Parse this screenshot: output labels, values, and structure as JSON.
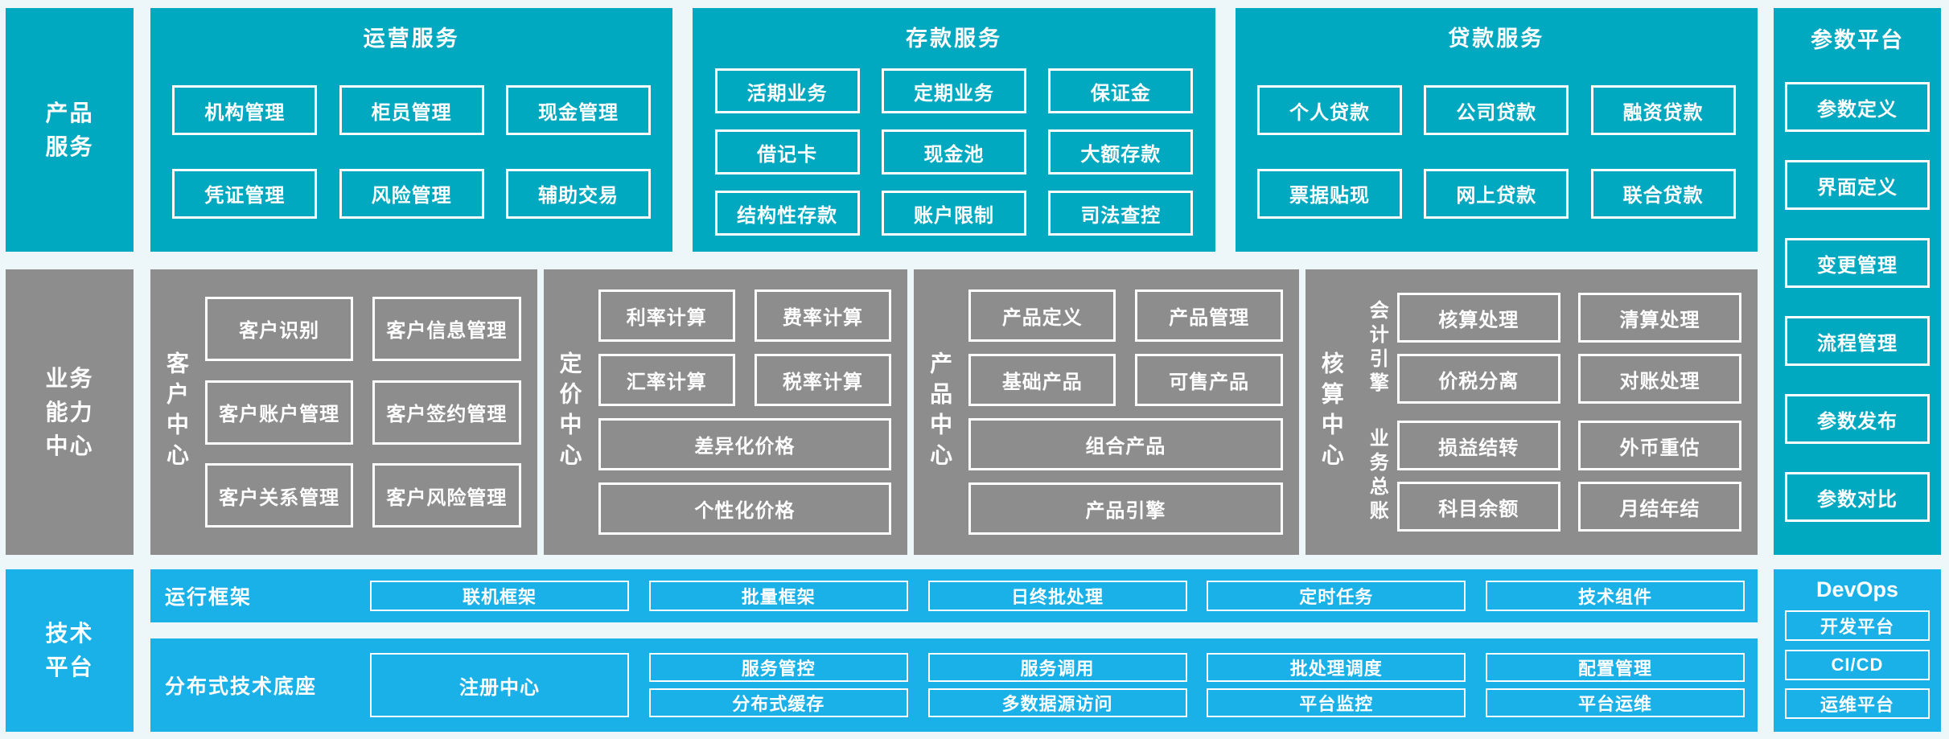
{
  "colors": {
    "teal": "#00a9bf",
    "gray": "#8d8d8d",
    "blue": "#19b1e8",
    "background": "#edf6f9",
    "box_border": "#ffffff",
    "text": "#ffffff"
  },
  "product_services": {
    "label": "产品\n服务",
    "operations": {
      "title": "运营服务",
      "row1": [
        "机构管理",
        "柜员管理",
        "现金管理"
      ],
      "row2": [
        "凭证管理",
        "风险管理",
        "辅助交易"
      ]
    },
    "deposit": {
      "title": "存款服务",
      "row1": [
        "活期业务",
        "定期业务",
        "保证金"
      ],
      "row2": [
        "借记卡",
        "现金池",
        "大额存款"
      ],
      "row3": [
        "结构性存款",
        "账户限制",
        "司法查控"
      ]
    },
    "loan": {
      "title": "贷款服务",
      "row1": [
        "个人贷款",
        "公司贷款",
        "融资贷款"
      ],
      "row2": [
        "票据贴现",
        "网上贷款",
        "联合贷款"
      ]
    }
  },
  "business_capability": {
    "label": "业务\n能力\n中心",
    "customer": {
      "label": "客户中心",
      "row1": [
        "客户识别",
        "客户信息管理"
      ],
      "row2": [
        "客户账户管理",
        "客户签约管理"
      ],
      "row3": [
        "客户关系管理",
        "客户风险管理"
      ]
    },
    "pricing": {
      "label": "定价中心",
      "row1": [
        "利率计算",
        "费率计算"
      ],
      "row2": [
        "汇率计算",
        "税率计算"
      ],
      "wide1": "差异化价格",
      "wide2": "个性化价格"
    },
    "product": {
      "label": "产品中心",
      "row1": [
        "产品定义",
        "产品管理"
      ],
      "row2": [
        "基础产品",
        "可售产品"
      ],
      "wide1": "组合产品",
      "wide2": "产品引擎"
    },
    "accounting": {
      "label": "核算中心",
      "engine": {
        "label": "会计引擎",
        "row1": [
          "核算处理",
          "清算处理"
        ],
        "row2": [
          "价税分离",
          "对账处理"
        ]
      },
      "ledger": {
        "label": "业务总账",
        "row1": [
          "损益结转",
          "外币重估"
        ],
        "row2": [
          "科目余额",
          "月结年结"
        ]
      }
    }
  },
  "technology_platform": {
    "label": "技术\n平台",
    "runtime": {
      "label": "运行框架",
      "items": [
        "联机框架",
        "批量框架",
        "日终批处理",
        "定时任务",
        "技术组件"
      ]
    },
    "base": {
      "label": "分布式技术底座",
      "registry": "注册中心",
      "top": [
        "服务管控",
        "服务调用",
        "批处理调度",
        "配置管理"
      ],
      "bottom": [
        "分布式缓存",
        "多数据源访问",
        "平台监控",
        "平台运维"
      ]
    }
  },
  "parameter_platform": {
    "title": "参数平台",
    "items": [
      "参数定义",
      "界面定义",
      "变更管理",
      "流程管理",
      "参数发布",
      "参数对比"
    ]
  },
  "devops": {
    "title": "DevOps",
    "items": [
      "开发平台",
      "CI/CD",
      "运维平台"
    ]
  }
}
